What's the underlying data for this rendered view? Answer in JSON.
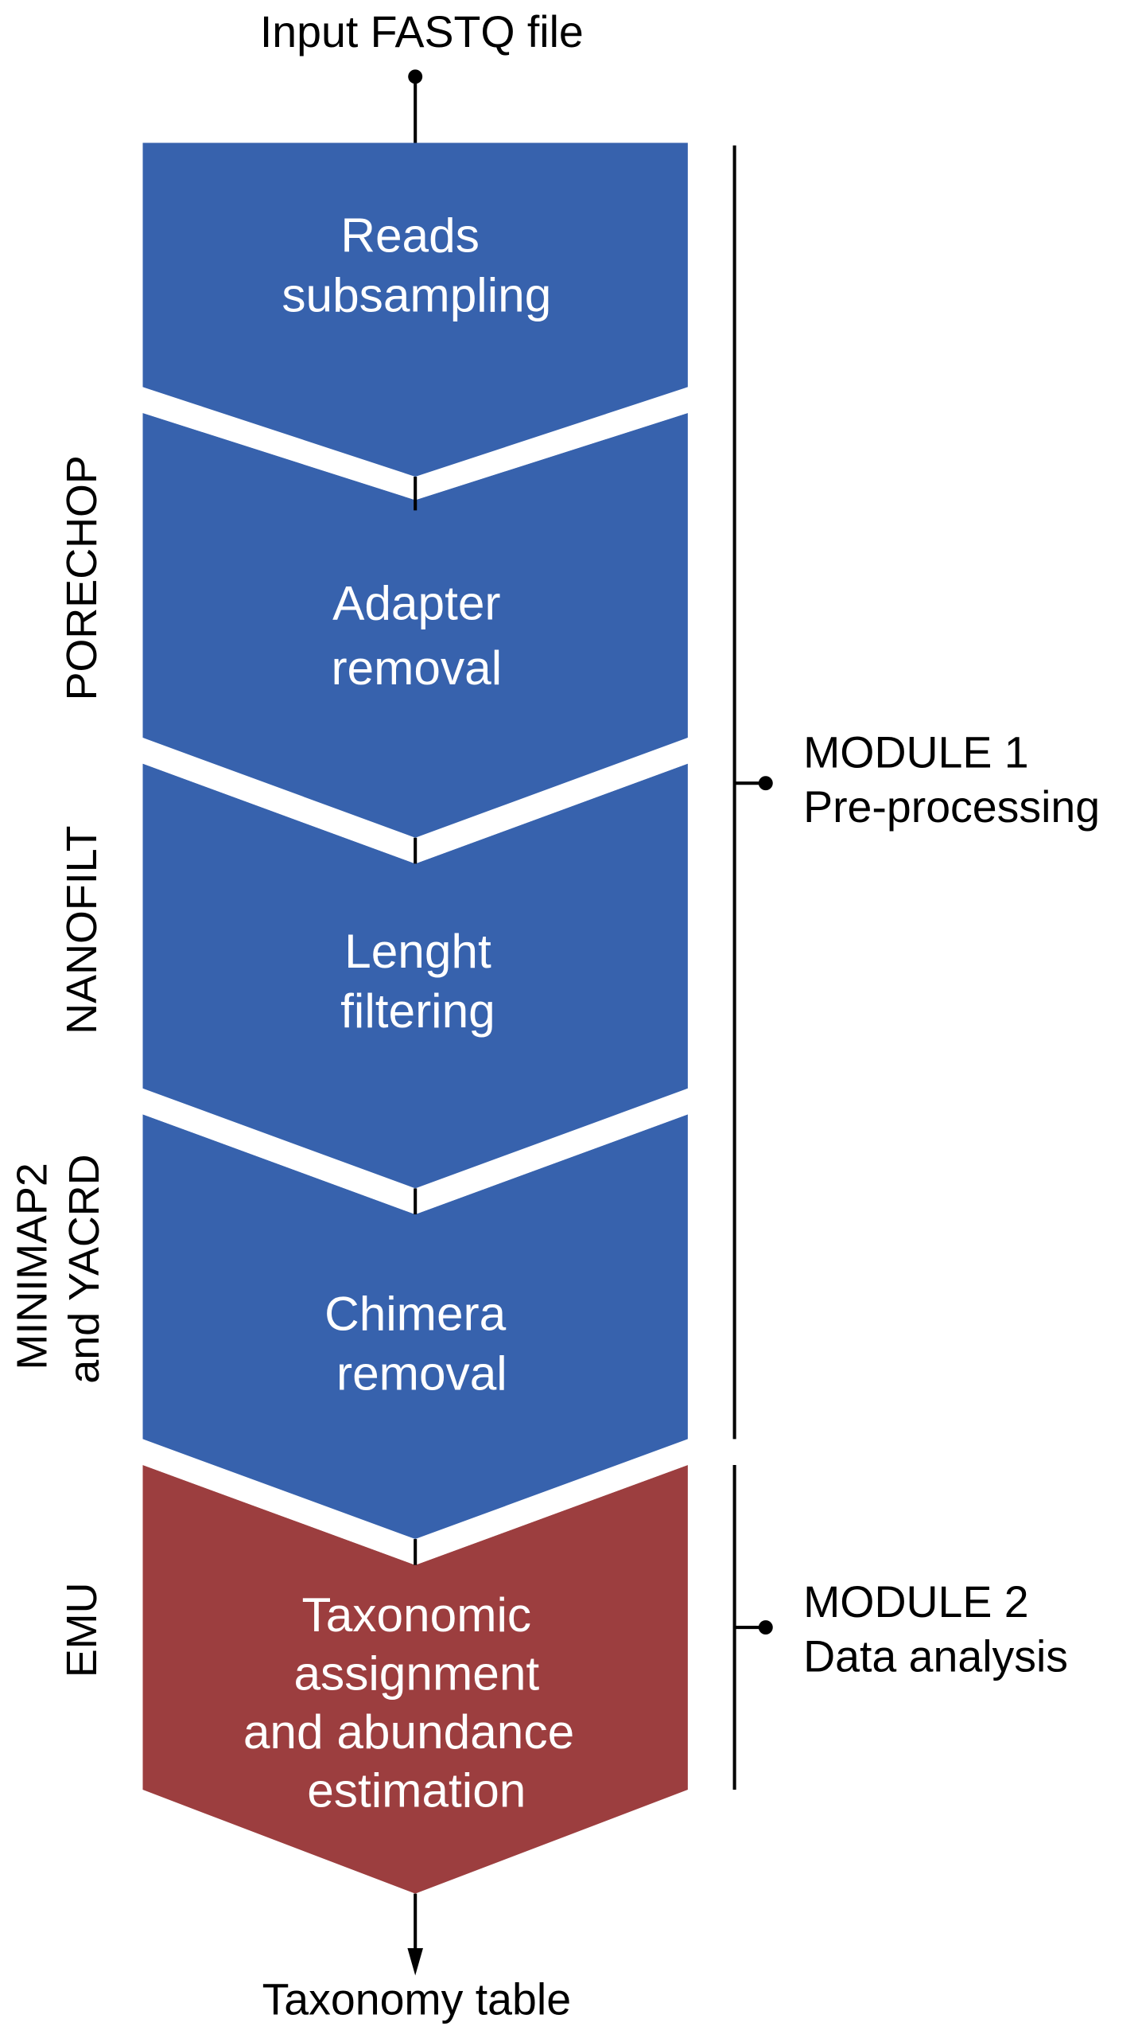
{
  "input_label": "Input FASTQ file",
  "output_label": "Taxonomy table",
  "colors": {
    "preprocessing": "#3762AD",
    "analysis": "#9C3E3F",
    "text_on_block": "#FFFFFF",
    "line": "#000000"
  },
  "steps": [
    {
      "lines": [
        "Reads",
        "subsampling"
      ],
      "tool": [],
      "module": 1
    },
    {
      "lines": [
        "Adapter",
        "removal"
      ],
      "tool": [
        "PORECHOP"
      ],
      "module": 1
    },
    {
      "lines": [
        "Lenght",
        "filtering"
      ],
      "tool": [
        "NANOFILT"
      ],
      "module": 1
    },
    {
      "lines": [
        "Chimera",
        "removal"
      ],
      "tool": [
        "MINIMAP2",
        "and YACRD"
      ],
      "module": 1
    },
    {
      "lines": [
        "Taxonomic",
        "assignment",
        "and abundance",
        "estimation"
      ],
      "tool": [
        "EMU"
      ],
      "module": 2
    }
  ],
  "modules": [
    {
      "title": "MODULE 1",
      "subtitle": "Pre-processing"
    },
    {
      "title": "MODULE 2",
      "subtitle": "Data analysis"
    }
  ]
}
